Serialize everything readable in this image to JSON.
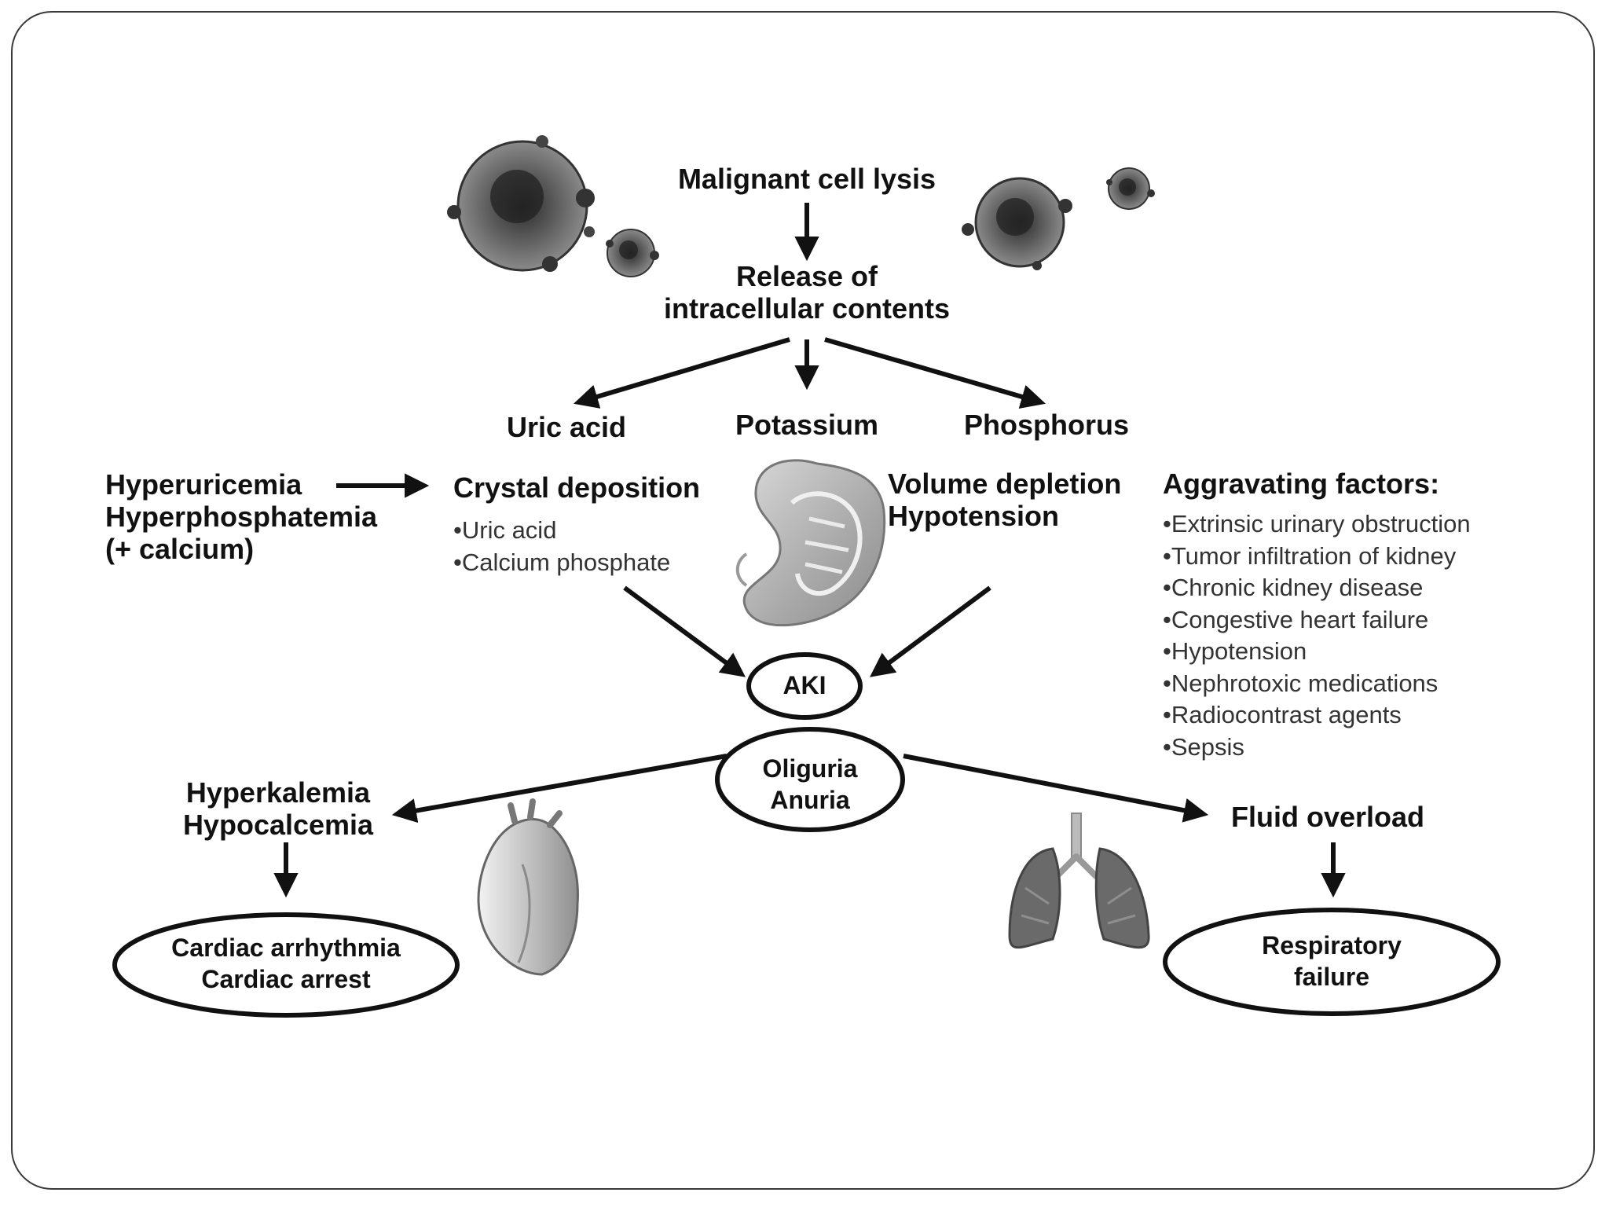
{
  "diagram": {
    "top": {
      "lysis": "Malignant cell lysis",
      "release": [
        "Release of",
        "intracellular contents"
      ]
    },
    "products": {
      "uric_acid": "Uric acid",
      "potassium": "Potassium",
      "phosphorus": "Phosphorus"
    },
    "left_causes": [
      "Hyperuricemia",
      "Hyperphosphatemia",
      "(+ calcium)"
    ],
    "crystal": {
      "title": "Crystal deposition",
      "items": [
        "•Uric acid",
        "•Calcium phosphate"
      ]
    },
    "volume": [
      "Volume depletion",
      "Hypotension"
    ],
    "aggravating": {
      "title": "Aggravating factors:",
      "items": [
        "•Extrinsic urinary obstruction",
        "•Tumor infiltration of  kidney",
        "•Chronic kidney disease",
        "•Congestive heart failure",
        "•Hypotension",
        "•Nephrotoxic medications",
        "•Radiocontrast agents",
        "•Sepsis"
      ]
    },
    "aki": "AKI",
    "oliguria": [
      "Oliguria",
      "Anuria"
    ],
    "electrolytes": [
      "Hyperkalemia",
      "Hypocalcemia"
    ],
    "fluid": "Fluid overload",
    "cardiac": [
      "Cardiac arrhythmia",
      "Cardiac arrest"
    ],
    "respiratory": [
      "Respiratory",
      "failure"
    ]
  },
  "icons": [
    "tumor-cell-icon",
    "kidney-icon",
    "heart-icon",
    "lungs-icon"
  ]
}
